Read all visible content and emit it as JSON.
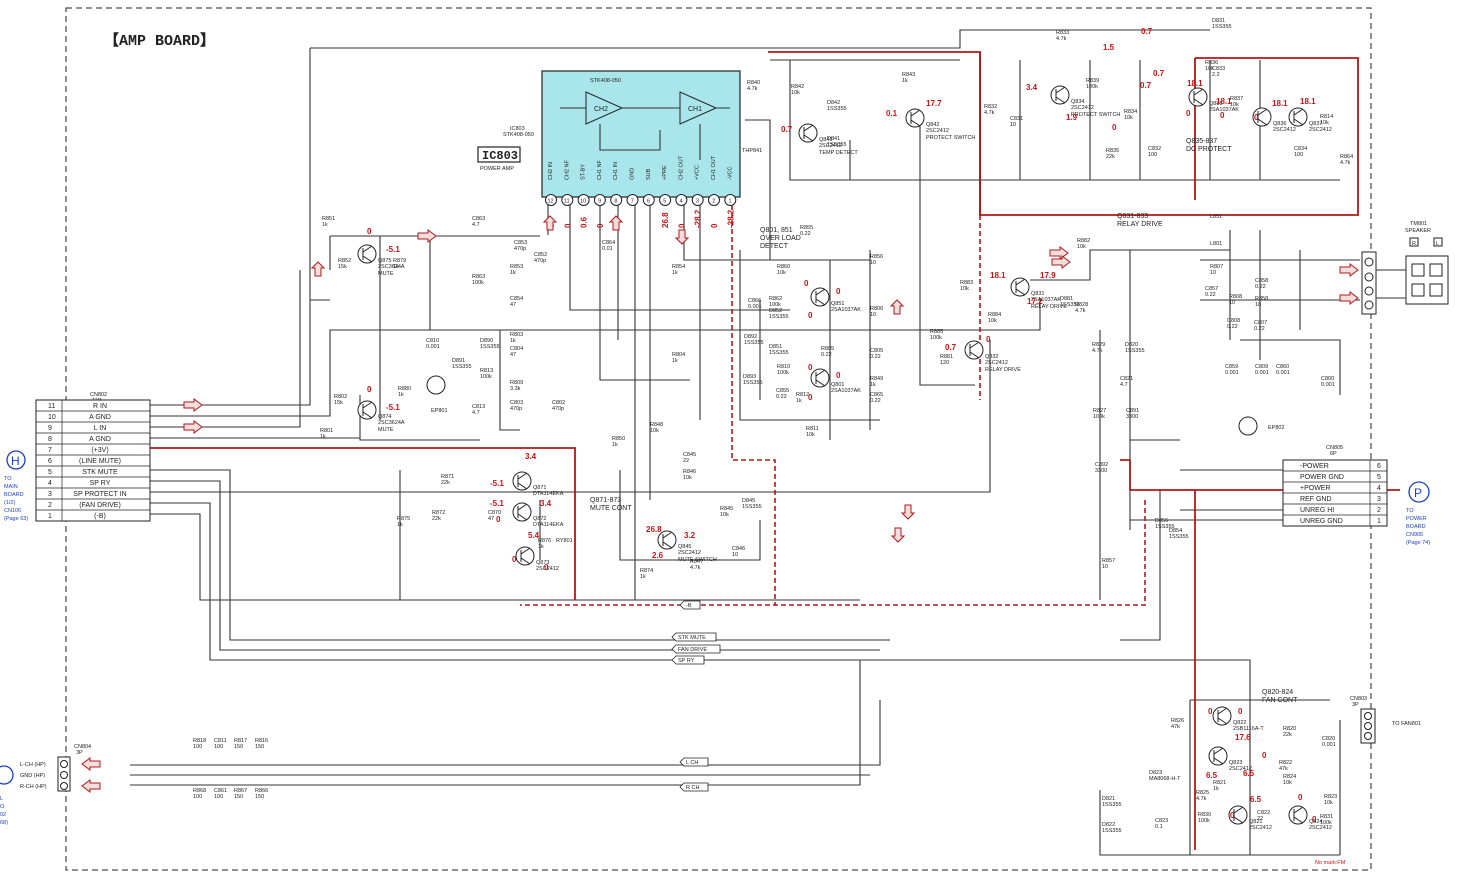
{
  "board_title": "【AMP BOARD】",
  "ic": {
    "ref": "IC803",
    "function": "POWER AMP",
    "part": "STK408-050",
    "ref_top": "IC803",
    "part_top": "STK408-050",
    "ch2": "CH2",
    "ch1": "CH1",
    "pins": [
      {
        "num": "12",
        "name": "CH2 IN"
      },
      {
        "num": "11",
        "name": "CH2 NF"
      },
      {
        "num": "10",
        "name": "ST-BY"
      },
      {
        "num": "9",
        "name": "CH1 NF"
      },
      {
        "num": "8",
        "name": "CH1 IN"
      },
      {
        "num": "7",
        "name": "GND"
      },
      {
        "num": "6",
        "name": "SUB"
      },
      {
        "num": "5",
        "name": "+PRE"
      },
      {
        "num": "4",
        "name": "CH2 OUT"
      },
      {
        "num": "3",
        "name": "+VCC"
      },
      {
        "num": "2",
        "name": "CH1 OUT"
      },
      {
        "num": "1",
        "name": "-VCC"
      }
    ],
    "pin_voltages": [
      "0",
      "0",
      "0.6",
      "0",
      "0",
      "",
      "",
      "26.8",
      "0",
      "-28.2",
      "0",
      "-28.2"
    ]
  },
  "connector_h": {
    "ref": "CN802",
    "type": "11P",
    "letter": "H",
    "note": [
      "TO",
      "MAIN",
      "BOARD",
      "(1/2)",
      "CN106",
      "(Page 63)"
    ],
    "pins": [
      {
        "num": "11",
        "name": "R IN"
      },
      {
        "num": "10",
        "name": "A GND"
      },
      {
        "num": "9",
        "name": "L IN"
      },
      {
        "num": "8",
        "name": "A GND"
      },
      {
        "num": "7",
        "name": "(+3V)"
      },
      {
        "num": "6",
        "name": "(LINE MUTE)"
      },
      {
        "num": "5",
        "name": "STK MUTE"
      },
      {
        "num": "4",
        "name": "SP RY"
      },
      {
        "num": "3",
        "name": "SP PROTECT IN"
      },
      {
        "num": "2",
        "name": "(FAN DRIVE)"
      },
      {
        "num": "1",
        "name": "(-B)"
      }
    ]
  },
  "connector_p": {
    "ref": "CN805",
    "type": "6P",
    "letter": "P",
    "note": [
      "TO",
      "POWER",
      "BOARD",
      "CN905",
      "(Page 74)"
    ],
    "pins": [
      {
        "num": "6",
        "name": "-POWER"
      },
      {
        "num": "5",
        "name": "POWER GND"
      },
      {
        "num": "4",
        "name": "+POWER"
      },
      {
        "num": "3",
        "name": "REF GND"
      },
      {
        "num": "2",
        "name": "UNREG HI"
      },
      {
        "num": "1",
        "name": "UNREG GND"
      }
    ]
  },
  "connector_hp": {
    "ref": "CN804",
    "type": "3P",
    "pins": [
      "L-CH (HP)",
      "GND (HP)",
      "R-CH (HP)"
    ],
    "left_note": [
      "L",
      "O",
      "02",
      "68)"
    ]
  },
  "connector_fan": {
    "ref": "CN803",
    "type": "3P",
    "note": "TO FAN801"
  },
  "speaker": {
    "ref": "TM801",
    "label": "SPEAKER",
    "r": "R",
    "l": "L"
  },
  "blocks": [
    {
      "id": "q801-851",
      "text": [
        "Q801, 851",
        "OVER LOAD",
        "DETECT"
      ]
    },
    {
      "id": "q831-833",
      "text": [
        "Q831-833",
        "RELAY DRIVE"
      ]
    },
    {
      "id": "q871-873",
      "text": [
        "Q871-873",
        "MUTE CONT"
      ]
    },
    {
      "id": "q820-824",
      "text": [
        "Q820-824",
        "FAN CONT"
      ]
    },
    {
      "id": "q835-837",
      "text": [
        "Q835-837",
        "DC PROTECT"
      ]
    }
  ],
  "transistors": [
    {
      "ref": "Q875",
      "part": "2SC3624A",
      "func": "MUTE"
    },
    {
      "ref": "Q874",
      "part": "2SC3624A",
      "func": "MUTE"
    },
    {
      "ref": "Q841",
      "part": "2SC2412",
      "func": "TEMP DETECT"
    },
    {
      "ref": "Q842",
      "part": "2SC2412",
      "func": "PROTECT SWITCH"
    },
    {
      "ref": "Q834",
      "part": "2SC2412",
      "func": "PROTECT SWITCH"
    },
    {
      "ref": "Q831",
      "part": "2SA1037AK",
      "func": "RELAY DRIVE"
    },
    {
      "ref": "Q832",
      "part": "2SC2412",
      "func": "RELAY DRIVE"
    },
    {
      "ref": "Q871",
      "part": "DTA114EKA",
      "func": ""
    },
    {
      "ref": "Q872",
      "part": "DTA114EKA",
      "func": ""
    },
    {
      "ref": "Q873",
      "part": "2SC2412",
      "func": ""
    },
    {
      "ref": "Q845",
      "part": "2SC2412",
      "func": "MUTE SWITCH"
    },
    {
      "ref": "Q851",
      "part": "2SA1037AK",
      "func": ""
    },
    {
      "ref": "Q801",
      "part": "2SA1037AK",
      "func": ""
    },
    {
      "ref": "Q822",
      "part": "2SB1116A-T",
      "func": ""
    },
    {
      "ref": "Q823",
      "part": "2SC2412",
      "func": ""
    },
    {
      "ref": "Q821",
      "part": "2SC2412",
      "func": ""
    },
    {
      "ref": "Q824",
      "part": "2SC2412",
      "func": ""
    },
    {
      "ref": "Q835",
      "part": "2SA1037AK",
      "func": ""
    },
    {
      "ref": "Q836",
      "part": "2SC2412",
      "func": ""
    },
    {
      "ref": "Q837",
      "part": "2SC2412",
      "func": ""
    }
  ],
  "components": [
    {
      "ref": "R851",
      "val": "1k"
    },
    {
      "ref": "R852",
      "val": "15k"
    },
    {
      "ref": "R879",
      "val": "1k"
    },
    {
      "ref": "C863",
      "val": "4.7"
    },
    {
      "ref": "C853",
      "val": "470p"
    },
    {
      "ref": "R853",
      "val": "1k"
    },
    {
      "ref": "R863",
      "val": "100k"
    },
    {
      "ref": "C854",
      "val": "47"
    },
    {
      "ref": "C810",
      "val": "0.001"
    },
    {
      "ref": "D890",
      "val": "1SS355"
    },
    {
      "ref": "D891",
      "val": "1SS355"
    },
    {
      "ref": "R813",
      "val": "100k"
    },
    {
      "ref": "R803",
      "val": "1k"
    },
    {
      "ref": "C804",
      "val": "47"
    },
    {
      "ref": "R809",
      "val": "3.3k"
    },
    {
      "ref": "C803",
      "val": "470p"
    },
    {
      "ref": "C813",
      "val": "4.7"
    },
    {
      "ref": "R880",
      "val": "1k"
    },
    {
      "ref": "R802",
      "val": "15k"
    },
    {
      "ref": "R801",
      "val": "1k"
    },
    {
      "ref": "C802",
      "val": "470p"
    },
    {
      "ref": "C852",
      "val": "470p"
    },
    {
      "ref": "C864",
      "val": "0.01"
    },
    {
      "ref": "R854",
      "val": "1k"
    },
    {
      "ref": "R804",
      "val": "1k"
    },
    {
      "ref": "R840",
      "val": "4.7k"
    },
    {
      "ref": "R842",
      "val": "10k"
    },
    {
      "ref": "R843",
      "val": "1k"
    },
    {
      "ref": "D842",
      "val": "1SS355"
    },
    {
      "ref": "D841",
      "val": "1SS355"
    },
    {
      "ref": "THP841",
      "val": ""
    },
    {
      "ref": "R833",
      "val": "4.7k"
    },
    {
      "ref": "R832",
      "val": "4.7k"
    },
    {
      "ref": "C831",
      "val": "10"
    },
    {
      "ref": "D831",
      "val": "1SS355"
    },
    {
      "ref": "R839",
      "val": "100k"
    },
    {
      "ref": "R835",
      "val": "22k"
    },
    {
      "ref": "R834",
      "val": "10k"
    },
    {
      "ref": "C832",
      "val": "100"
    },
    {
      "ref": "R836",
      "val": "10k"
    },
    {
      "ref": "C833",
      "val": "2.2"
    },
    {
      "ref": "R837",
      "val": "10k"
    },
    {
      "ref": "R814",
      "val": "10k"
    },
    {
      "ref": "C834",
      "val": "100"
    },
    {
      "ref": "R864",
      "val": "4.7k"
    },
    {
      "ref": "R855",
      "val": "0.22"
    },
    {
      "ref": "R860",
      "val": "10k"
    },
    {
      "ref": "R862",
      "val": "100k"
    },
    {
      "ref": "C866",
      "val": "0.001"
    },
    {
      "ref": "D852",
      "val": "1SS355"
    },
    {
      "ref": "D851",
      "val": "1SS355"
    },
    {
      "ref": "D892",
      "val": "1SS355"
    },
    {
      "ref": "D893",
      "val": "1SS355"
    },
    {
      "ref": "R810",
      "val": "100k"
    },
    {
      "ref": "R812",
      "val": "1k"
    },
    {
      "ref": "R805",
      "val": "0.22"
    },
    {
      "ref": "R811",
      "val": "10k"
    },
    {
      "ref": "C855",
      "val": "0.22"
    },
    {
      "ref": "R856",
      "val": "10"
    },
    {
      "ref": "R806",
      "val": "10"
    },
    {
      "ref": "C805",
      "val": "0.22"
    },
    {
      "ref": "C865",
      "val": "0.22"
    },
    {
      "ref": "R849",
      "val": "1k"
    },
    {
      "ref": "R850",
      "val": "1k"
    },
    {
      "ref": "R848",
      "val": "10k"
    },
    {
      "ref": "C845",
      "val": "22"
    },
    {
      "ref": "R846",
      "val": "10k"
    },
    {
      "ref": "D845",
      "val": "1SS355"
    },
    {
      "ref": "R845",
      "val": "10k"
    },
    {
      "ref": "C846",
      "val": "10"
    },
    {
      "ref": "R847",
      "val": "4.7k"
    },
    {
      "ref": "R874",
      "val": "1k"
    },
    {
      "ref": "R871",
      "val": "22k"
    },
    {
      "ref": "R872",
      "val": "22k"
    },
    {
      "ref": "C870",
      "val": "47"
    },
    {
      "ref": "R875",
      "val": "1k"
    },
    {
      "ref": "R876",
      "val": "1k"
    },
    {
      "ref": "RY801",
      "val": ""
    },
    {
      "ref": "R882",
      "val": "10k"
    },
    {
      "ref": "R883",
      "val": "10k"
    },
    {
      "ref": "R884",
      "val": "10k"
    },
    {
      "ref": "R885",
      "val": "100k"
    },
    {
      "ref": "R881",
      "val": "120"
    },
    {
      "ref": "D881",
      "val": "1SS355"
    },
    {
      "ref": "R828",
      "val": "4.7k"
    },
    {
      "ref": "R829",
      "val": "4.7k"
    },
    {
      "ref": "D820",
      "val": "1SS355"
    },
    {
      "ref": "C821",
      "val": "4.7"
    },
    {
      "ref": "R827",
      "val": "100k"
    },
    {
      "ref": "C891",
      "val": "3300"
    },
    {
      "ref": "C892",
      "val": "3300"
    },
    {
      "ref": "R857",
      "val": "10"
    },
    {
      "ref": "L851",
      "val": ""
    },
    {
      "ref": "L801",
      "val": ""
    },
    {
      "ref": "R807",
      "val": "10"
    },
    {
      "ref": "C857",
      "val": "0.22"
    },
    {
      "ref": "C858",
      "val": "0.22"
    },
    {
      "ref": "R858",
      "val": "10"
    },
    {
      "ref": "R808",
      "val": "10"
    },
    {
      "ref": "C807",
      "val": "0.22"
    },
    {
      "ref": "C808",
      "val": "0.22"
    },
    {
      "ref": "C859",
      "val": "0.001"
    },
    {
      "ref": "C809",
      "val": "0.001"
    },
    {
      "ref": "C860",
      "val": "0.001"
    },
    {
      "ref": "C800",
      "val": "0.001"
    },
    {
      "ref": "D856",
      "val": "1SS355"
    },
    {
      "ref": "D854",
      "val": "1SS355"
    },
    {
      "ref": "R826",
      "val": "47k"
    },
    {
      "ref": "D823",
      "val": "MA8068-H-T"
    },
    {
      "ref": "R820",
      "val": "22k"
    },
    {
      "ref": "C820",
      "val": "0.001"
    },
    {
      "ref": "R822",
      "val": "47k"
    },
    {
      "ref": "R824",
      "val": "10k"
    },
    {
      "ref": "R825",
      "val": "4.7k"
    },
    {
      "ref": "R821",
      "val": "1k"
    },
    {
      "ref": "C822",
      "val": "22"
    },
    {
      "ref": "R823",
      "val": "10k"
    },
    {
      "ref": "R831",
      "val": "100k"
    },
    {
      "ref": "R830",
      "val": "100k"
    },
    {
      "ref": "D821",
      "val": "1SS355"
    },
    {
      "ref": "D822",
      "val": "1SS355"
    },
    {
      "ref": "C823",
      "val": "0.1"
    },
    {
      "ref": "R818",
      "val": "100"
    },
    {
      "ref": "C811",
      "val": "100"
    },
    {
      "ref": "R817",
      "val": "150"
    },
    {
      "ref": "R816",
      "val": "150"
    },
    {
      "ref": "R868",
      "val": "100"
    },
    {
      "ref": "C861",
      "val": "100"
    },
    {
      "ref": "R867",
      "val": "150"
    },
    {
      "ref": "R866",
      "val": "150"
    }
  ],
  "nets": [
    "L CH",
    "R CH",
    "STK MUTE",
    "FAN DRIVE",
    "SP RY",
    "-B"
  ],
  "ground_labels": [
    "EP801",
    "EP802"
  ],
  "footer_note": "No mark:FM",
  "colors": {
    "ic_fill": "#a9e6ec",
    "power_trace": "#b01818",
    "voltage_text": "#cc1111",
    "link_blue": "#1e3fbf"
  }
}
